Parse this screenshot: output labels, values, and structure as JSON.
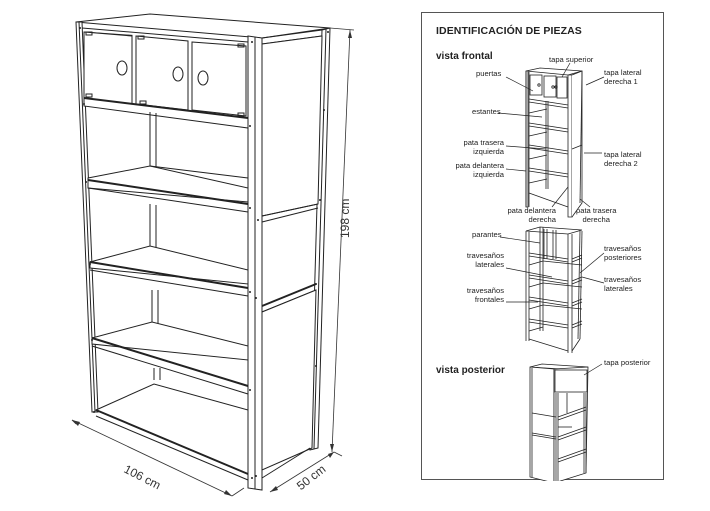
{
  "main_drawing": {
    "dimensions": {
      "width": "106 cm",
      "depth": "50 cm",
      "height": "198 cm"
    }
  },
  "parts_panel": {
    "title": "IDENTIFICACIÓN DE PIEZAS",
    "front_view": {
      "title": "vista frontal",
      "labels": {
        "puertas": "puertas",
        "tapa_superior": "tapa superior",
        "tapa_lateral_1_line1": "tapa lateral",
        "tapa_lateral_1_line2": "derecha 1",
        "estantes": "estantes",
        "pata_trasera_izq_line1": "pata trasera",
        "pata_trasera_izq_line2": "izquierda",
        "pata_delantera_izq_line1": "pata delantera",
        "pata_delantera_izq_line2": "izquierda",
        "tapa_lateral_2_line1": "tapa lateral",
        "tapa_lateral_2_line2": "derecha 2",
        "pata_delantera_der_line1": "pata delantera",
        "pata_delantera_der_line2": "derecha",
        "pata_trasera_der_line1": "pata trasera",
        "pata_trasera_der_line2": "derecha"
      }
    },
    "frame_view": {
      "labels": {
        "parantes": "parantes",
        "travesanos_laterales_left_line1": "travesaños",
        "travesanos_laterales_left_line2": "laterales",
        "travesanos_frontales_line1": "travesaños",
        "travesanos_frontales_line2": "frontales",
        "travesanos_posteriores_line1": "travesaños",
        "travesanos_posteriores_line2": "posteriores",
        "travesanos_laterales_right_line1": "travesaños",
        "travesanos_laterales_right_line2": "laterales"
      }
    },
    "back_view": {
      "title": "vista posterior",
      "labels": {
        "tapa_posterior": "tapa posterior"
      }
    }
  }
}
